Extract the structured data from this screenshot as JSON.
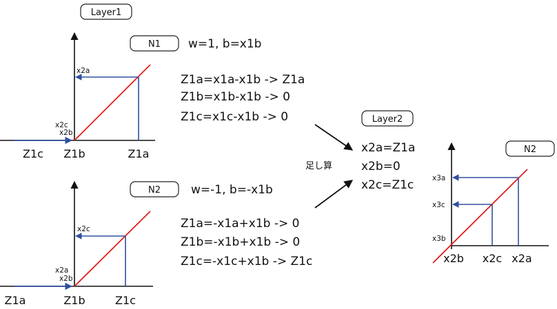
{
  "layer1": {
    "label": "Layer1"
  },
  "layer2": {
    "label": "Layer2"
  },
  "n1": {
    "label": "N1",
    "params": "w=1, b=x1b",
    "eq": [
      "Z1a=x1a-x1b -> Z1a",
      "Z1b=x1b-x1b -> 0",
      "Z1c=x1c-x1b -> 0"
    ],
    "xlabels": [
      "Z1c",
      "Z1b",
      "Z1a"
    ],
    "ylabels": [
      "x2a",
      "x2c",
      "x2b"
    ]
  },
  "n2": {
    "label": "N2",
    "params": "w=-1, b=-x1b",
    "eq": [
      "Z1a=-x1a+x1b -> 0",
      "Z1b=-x1b+x1b -> 0",
      "Z1c=-x1c+x1b -> Z1c"
    ],
    "xlabels": [
      "Z1a",
      "Z1b",
      "Z1c"
    ],
    "ylabels": [
      "x2c",
      "x2a",
      "x2b"
    ]
  },
  "sum": {
    "label": "足し算",
    "eq": [
      "x2a=Z1a",
      "x2b=0",
      "x2c=Z1c"
    ]
  },
  "n3": {
    "label": "N2",
    "xlabels": [
      "x2b",
      "x2c",
      "x2a"
    ],
    "ylabels": [
      "x3a",
      "x3c",
      "x3b"
    ]
  },
  "colors": {
    "axis": "#111111",
    "identity": "#e02020",
    "guide": "#3050a0"
  }
}
